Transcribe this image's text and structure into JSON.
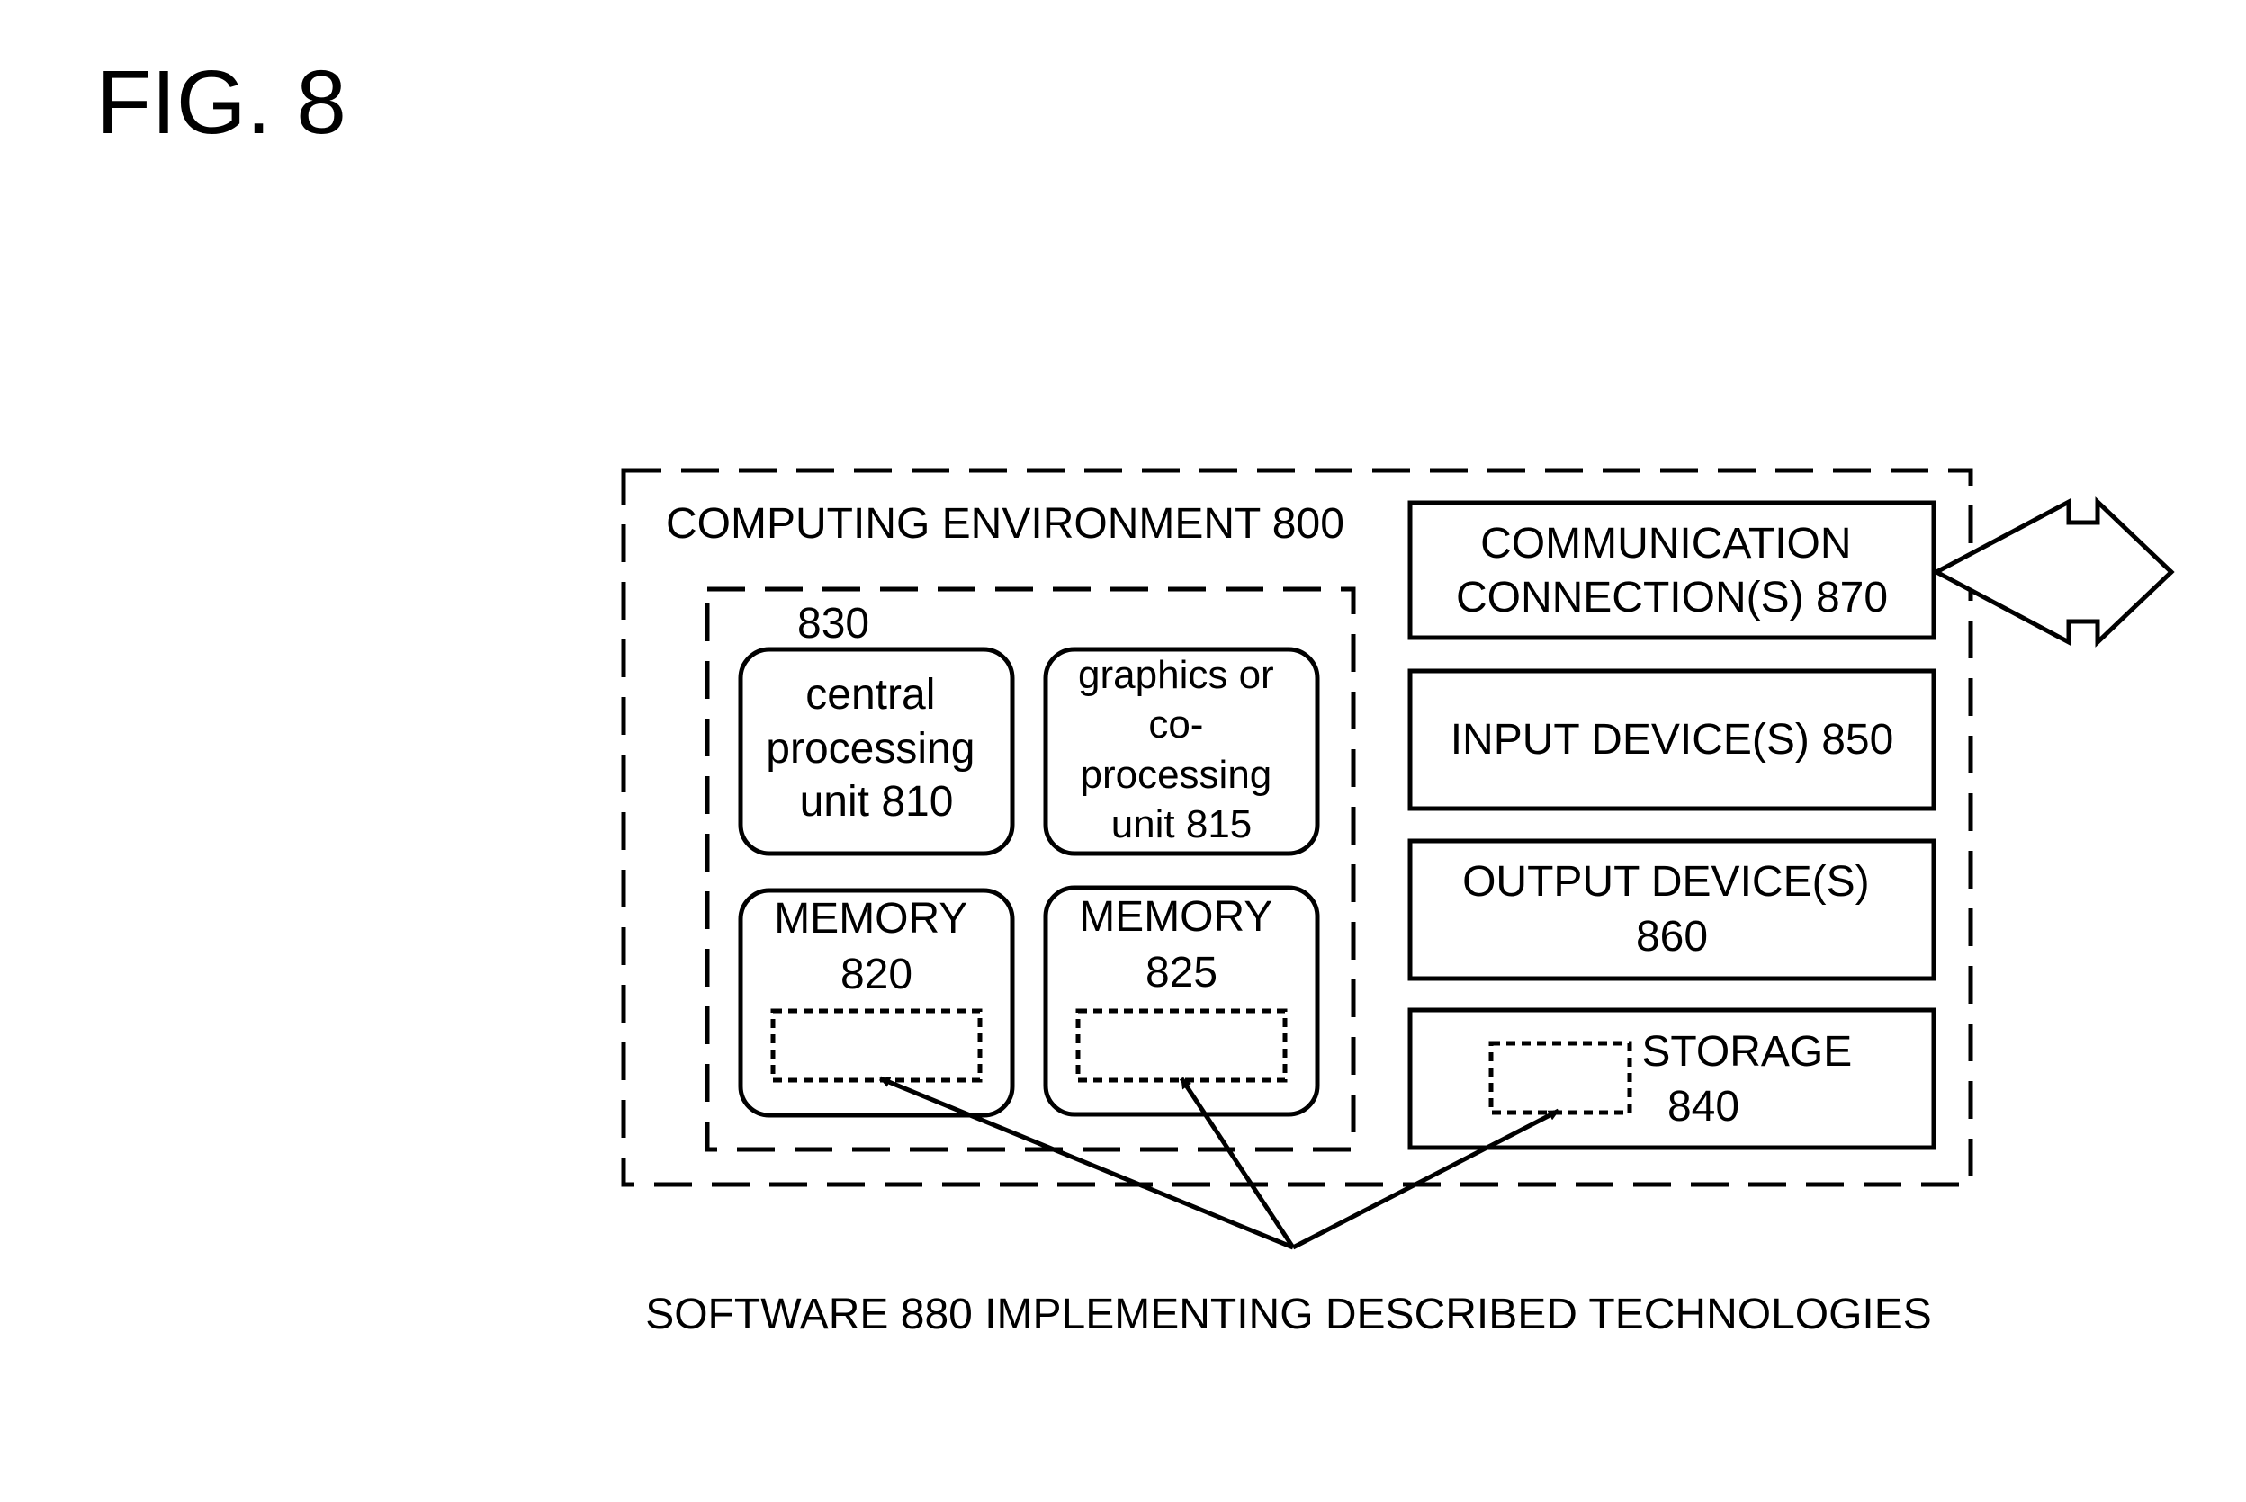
{
  "figure_label": "FIG. 8",
  "computing_environment": {
    "label": "COMPUTING ENVIRONMENT 800",
    "core_group": {
      "label": "830",
      "cpu": {
        "line1": "central",
        "line2": "processing",
        "line3": "unit 810"
      },
      "gpu": {
        "line1": "graphics or",
        "line2": "co-",
        "line3": "processing",
        "line4": "unit 815"
      },
      "memory_820": {
        "line1": "MEMORY",
        "line2": "820"
      },
      "memory_825": {
        "line1": "MEMORY",
        "line2": "825"
      }
    },
    "communication_connections": {
      "line1": "COMMUNICATION",
      "line2": "CONNECTION(S) 870"
    },
    "input_devices": {
      "label": "INPUT DEVICE(S) 850"
    },
    "output_devices": {
      "line1": "OUTPUT DEVICE(S)",
      "line2": "860"
    },
    "storage": {
      "line1": "STORAGE",
      "line2": "840"
    }
  },
  "software": {
    "label": "SOFTWARE 880 IMPLEMENTING DESCRIBED TECHNOLOGIES"
  }
}
